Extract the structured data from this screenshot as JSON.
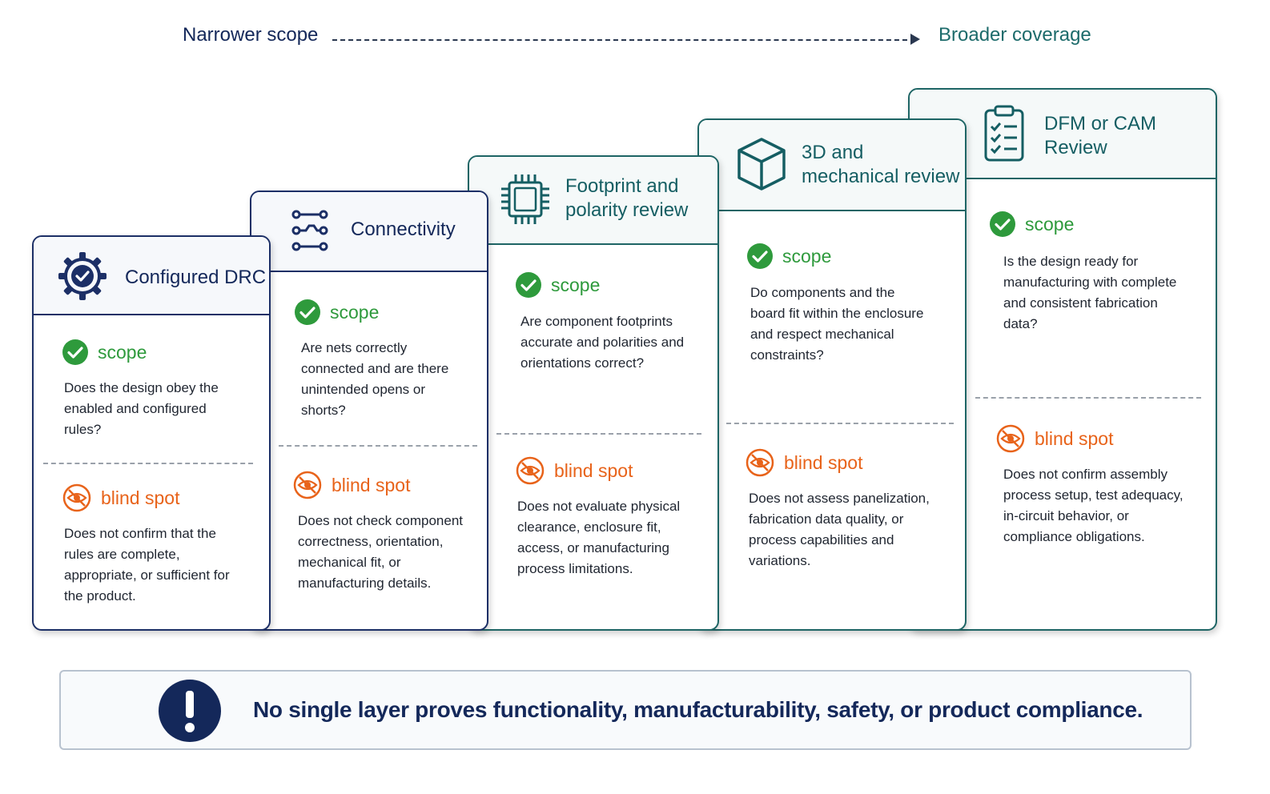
{
  "axis": {
    "left": "Narrower scope",
    "right": "Broader coverage"
  },
  "labels": {
    "scope": "scope",
    "blind_spot": "blind spot"
  },
  "colors": {
    "navy": "#1c2f66",
    "teal": "#1e6565",
    "scope_green": "#2e9a3c",
    "blind_orange": "#e8631a"
  },
  "layers": [
    {
      "title": "Configured DRC",
      "icon": "gear-check-icon",
      "scope": "Does the design obey the enabled and configured rules?",
      "blind_spot": "Does not confirm that the rules are complete, appropriate, or sufficient for the product."
    },
    {
      "title": "Connectivity",
      "icon": "connections-icon",
      "scope": "Are nets correctly connected and are there unintended opens or shorts?",
      "blind_spot": "Does not check component correctness, orientation, mechanical fit, or manufacturing details."
    },
    {
      "title": "Footprint and polarity review",
      "icon": "chip-icon",
      "scope": "Are component footprints accurate and polarities and orientations correct?",
      "blind_spot": "Does not evaluate physical clearance, enclosure fit, access, or manufacturing process limitations."
    },
    {
      "title": "3D and mechanical review",
      "icon": "cube-icon",
      "scope": "Do components and the board fit within the enclosure and respect mechanical constraints?",
      "blind_spot": "Does not assess panelization, fabrication data quality, or process capabilities and variations."
    },
    {
      "title": "DFM or CAM Review",
      "icon": "clipboard-checklist-icon",
      "scope": "Is the design ready for manufacturing with complete and consistent fabrication data?",
      "blind_spot": "Does not confirm assembly process setup, test adequacy, in-circuit behavior, or compliance obligations."
    }
  ],
  "note": "No single layer proves functionality, manufacturability, safety, or product compliance."
}
